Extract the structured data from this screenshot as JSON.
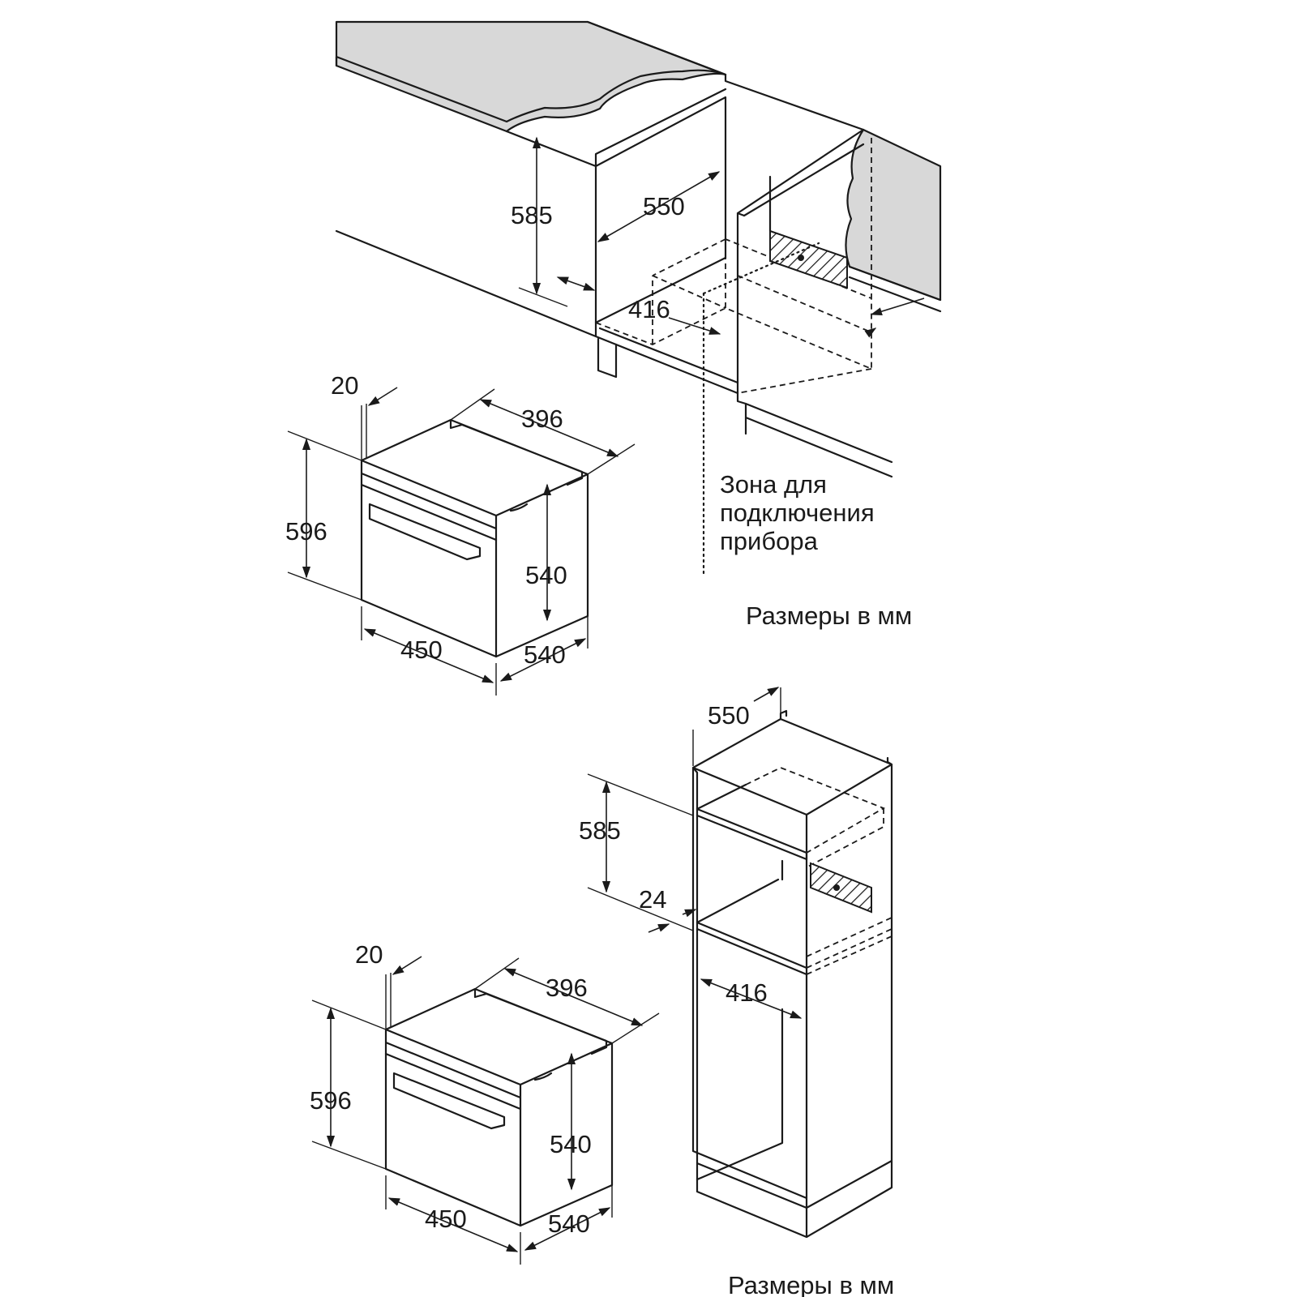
{
  "dimensions": {
    "top_cabinet": {
      "height": "585",
      "depth": "550",
      "width": "416"
    },
    "top_oven": {
      "frame": "20",
      "top_depth": "396",
      "height": "596",
      "body_height": "540",
      "width": "450",
      "depth": "540"
    },
    "tall_cabinet": {
      "depth": "550",
      "height": "585",
      "offset": "24",
      "width": "416"
    },
    "bottom_oven": {
      "frame": "20",
      "top_depth": "396",
      "height": "596",
      "body_height": "540",
      "width": "450",
      "depth": "540"
    }
  },
  "connection_zone": {
    "line1": "Зона для",
    "line2": "подключения",
    "line3": "прибора"
  },
  "units_label_top": "Размеры в мм",
  "units_label_bottom": "Размеры в мм",
  "colors": {
    "line": "#1a1a1a",
    "countertop": "#d8d8d8",
    "background": "#ffffff"
  }
}
